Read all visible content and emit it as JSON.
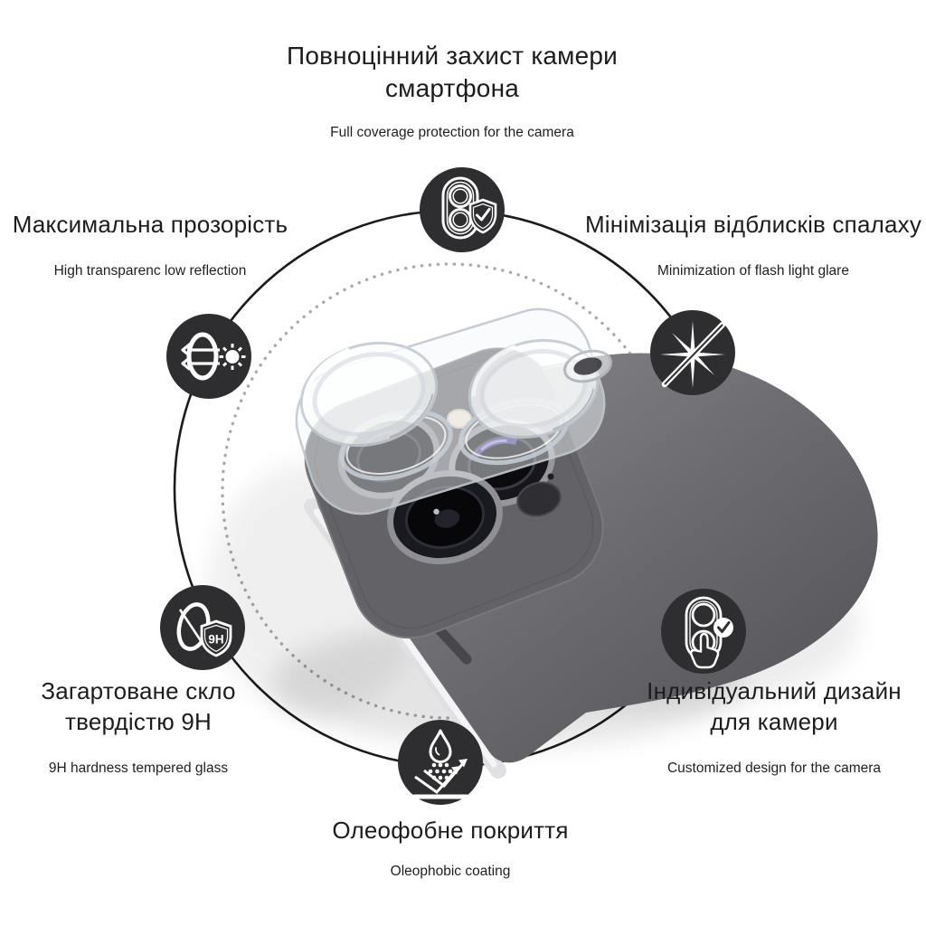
{
  "colors": {
    "background": "#ffffff",
    "icon_background": "#2e2e31",
    "text": "#1c1c1c",
    "outer_ring": "#1b1b1b",
    "dotted_ring": "#a9a9ab",
    "phone_body_light": "#8d8d91",
    "phone_body_dark": "#4f4f54",
    "glass_rim": "#c6ccd3"
  },
  "features": {
    "top": {
      "title_line1": "Повноцінний захист камери",
      "title_line2": "смартфона",
      "subtitle": "Full coverage protection for the camera",
      "icon": "camera-shield-icon"
    },
    "left": {
      "title": "Максимальна прозорість",
      "subtitle": "High transparenc low reflection",
      "icon": "transparency-sun-icon"
    },
    "right": {
      "title": "Мінімізація відблисків спалаху",
      "subtitle": "Minimization of flash light glare",
      "icon": "no-flash-glare-icon"
    },
    "bottom_left": {
      "title_line1": "Загартоване скло",
      "title_line2": "твердістю 9H",
      "subtitle": "9H hardness tempered glass",
      "icon": "hardness-9h-shield-icon",
      "badge": "9H"
    },
    "bottom_right": {
      "title_line1": "Індивідуальний дизайн",
      "title_line2": "для камери",
      "subtitle": "Customized design for the camera",
      "icon": "custom-design-check-icon"
    },
    "bottom": {
      "title": "Олеофобне покриття",
      "subtitle": "Oleophobic coating",
      "icon": "oleophobic-coating-icon"
    }
  }
}
